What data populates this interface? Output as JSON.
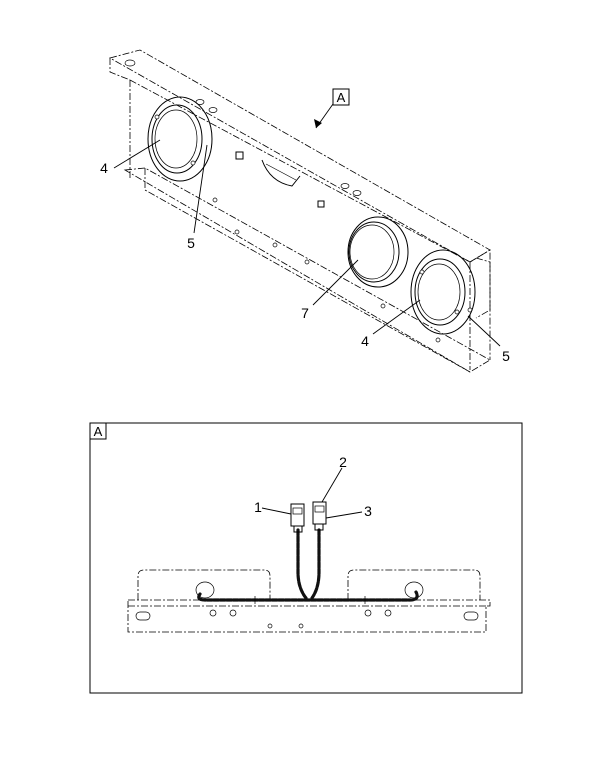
{
  "callouts_top": [
    {
      "id": "c4a",
      "text": "4"
    },
    {
      "id": "c5a",
      "text": "5"
    },
    {
      "id": "c7",
      "text": "7"
    },
    {
      "id": "c4b",
      "text": "4"
    },
    {
      "id": "c5b",
      "text": "5"
    }
  ],
  "callouts_detail": [
    {
      "id": "d1",
      "text": "1"
    },
    {
      "id": "d2",
      "text": "2"
    },
    {
      "id": "d3",
      "text": "3"
    }
  ],
  "view_marker_top": "A",
  "view_marker_detail": "A"
}
